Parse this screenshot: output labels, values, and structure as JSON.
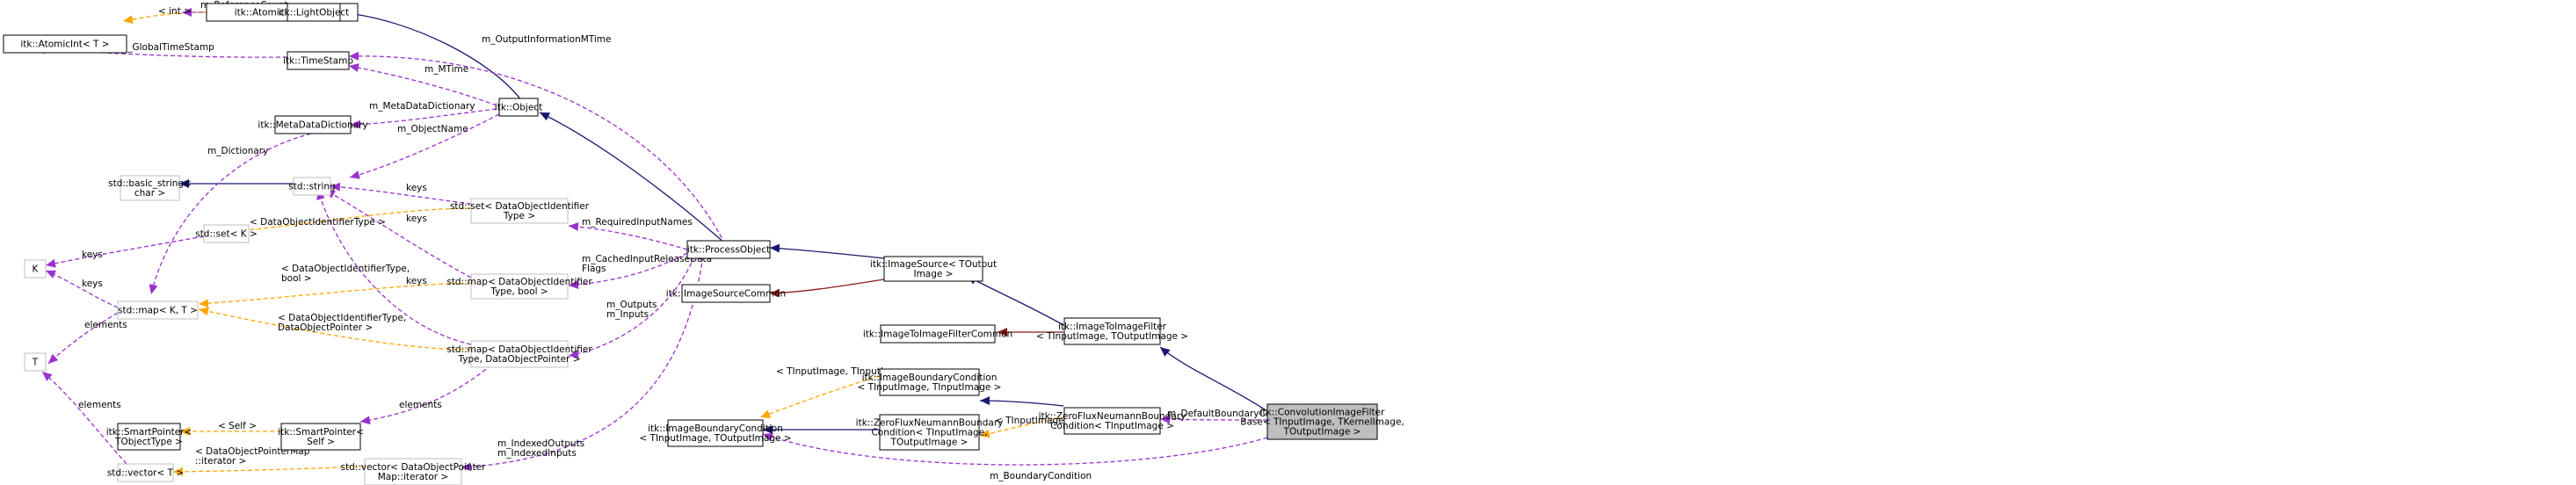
{
  "colors": {
    "inherit": "#191970",
    "inherit_private": "#8b1a1a",
    "usage": "#9a32cd",
    "template": "#ffa500",
    "node_border": "#000000",
    "template_border": "#bfbfbf",
    "focus_fill": "#bfbfbf"
  },
  "nodes": [
    {
      "id": "atomicint_int",
      "lines": [
        "itk::AtomicInt< int >"
      ]
    },
    {
      "id": "lightobject",
      "lines": [
        "itk::LightObject"
      ]
    },
    {
      "id": "atomicint_t",
      "lines": [
        "itk::AtomicInt< T >"
      ]
    },
    {
      "id": "timestamp",
      "lines": [
        "itk::TimeStamp"
      ]
    },
    {
      "id": "metadatadict",
      "lines": [
        "itk::MetaDataDictionary"
      ]
    },
    {
      "id": "object",
      "lines": [
        "itk::Object"
      ]
    },
    {
      "id": "basic_string",
      "lines": [
        "std::basic_string<",
        "char >"
      ],
      "template": true
    },
    {
      "id": "stdstring",
      "lines": [
        "std::string"
      ],
      "template": true
    },
    {
      "id": "set_k",
      "lines": [
        "std::set< K >"
      ],
      "template": true
    },
    {
      "id": "set_doi",
      "lines": [
        "std::set< DataObjectIdentifier",
        "Type >"
      ],
      "template": true
    },
    {
      "id": "processobject",
      "lines": [
        "itk::ProcessObject"
      ]
    },
    {
      "id": "k",
      "lines": [
        "K"
      ],
      "template": true
    },
    {
      "id": "map_doi_bool",
      "lines": [
        "std::map< DataObjectIdentifier",
        "Type, bool >"
      ],
      "template": true
    },
    {
      "id": "imagesource",
      "lines": [
        "itk::ImageSource< TOutput",
        "Image >"
      ]
    },
    {
      "id": "map_kt",
      "lines": [
        "std::map< K, T >"
      ],
      "template": true
    },
    {
      "id": "imagesourcecommon",
      "lines": [
        "itk::ImageSourceCommon"
      ]
    },
    {
      "id": "t",
      "lines": [
        "T"
      ],
      "template": true
    },
    {
      "id": "imagetoimagefiltercommon",
      "lines": [
        "itk::ImageToImageFilterCommon"
      ]
    },
    {
      "id": "imagetoimagefilter",
      "lines": [
        "itk::ImageToImageFilter",
        "< TInputImage, TOutputImage >"
      ]
    },
    {
      "id": "map_doi_ptr",
      "lines": [
        "std::map< DataObjectIdentifier",
        "Type, DataObjectPointer >"
      ],
      "template": true
    },
    {
      "id": "ibc_in_in",
      "lines": [
        "itk::ImageBoundaryCondition",
        "< TInputImage, TInputImage >"
      ]
    },
    {
      "id": "smartpointer_t",
      "lines": [
        "itk::SmartPointer<",
        "TObjectType >"
      ]
    },
    {
      "id": "smartpointer_self",
      "lines": [
        "itk::SmartPointer<",
        "Self >"
      ]
    },
    {
      "id": "zfn_bc_input",
      "lines": [
        "itk::ZeroFluxNeumannBoundary",
        "Condition< TInputImage >"
      ]
    },
    {
      "id": "convfilter",
      "lines": [
        "itk::ConvolutionImageFilter",
        "Base< TInputImage, TKernelImage,",
        "TOutputImage >"
      ],
      "focus": true
    },
    {
      "id": "ibc_in_out",
      "lines": [
        "itk::ImageBoundaryCondition",
        "< TInputImage, TOutputImage >"
      ]
    },
    {
      "id": "zfn_bc_3",
      "lines": [
        "itk::ZeroFluxNeumannBoundary",
        "Condition< TInputImage,",
        "TOutputImage >"
      ]
    },
    {
      "id": "vector_t",
      "lines": [
        "std::vector< T >"
      ],
      "template": true
    },
    {
      "id": "vector_doi",
      "lines": [
        "std::vector< DataObjectPointer",
        "Map::iterator >"
      ],
      "template": true
    }
  ],
  "edge_labels": {
    "m_referencecount": "m_ReferenceCount",
    "int": "< int >",
    "m_globaltimestamp": "m_GlobalTimeStamp",
    "m_outputinformationmtime": "m_OutputInformationMTime",
    "m_mtime": "m_MTime",
    "m_dictionary": "m_Dictionary",
    "m_metadatadictionary": "m_MetaDataDictionary",
    "m_objectname": "m_ObjectName",
    "keys_1": "keys",
    "keys_2": "keys",
    "keys_3": "keys",
    "keys_4": "keys",
    "keys_5": "keys",
    "doi_type": "< DataObjectIdentifierType >",
    "m_requiredinputnames": "m_RequiredInputNames",
    "m_cachedinputreleasedataflags": "m_CachedInputReleaseData\nFlags",
    "doi_bool": "< DataObjectIdentifierType,\nbool >",
    "doi_ptr": "< DataObjectIdentifierType,\nDataObjectPointer >",
    "m_outputs_inputs": "m_Outputs\nm_Inputs",
    "elements_1": "elements",
    "elements_2": "elements",
    "elements_3": "elements",
    "self": "< Self >",
    "doi_map_iterator": "< DataObjectPointerMap\n::iterator >",
    "m_indexed": "m_IndexedOutputs\nm_IndexedInputs",
    "tinput_tinput": "< TInputImage, TInputImage >",
    "tinput": "< TInputImage >",
    "m_defaultboundarycondition": "m_DefaultBoundaryCondition",
    "m_boundarycondition": "m_BoundaryCondition"
  }
}
